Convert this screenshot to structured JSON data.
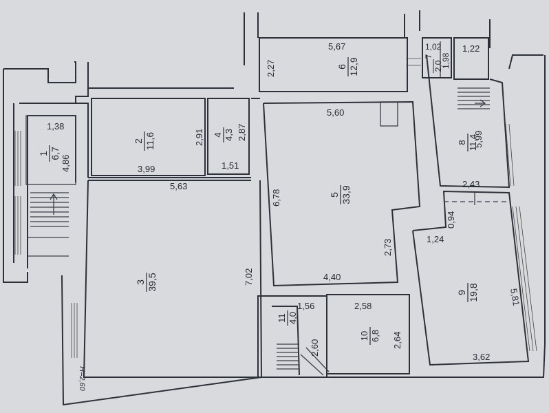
{
  "rooms": [
    {
      "id": "room-1",
      "number": "1",
      "area": "6,7"
    },
    {
      "id": "room-2",
      "number": "2",
      "area": "11,6"
    },
    {
      "id": "room-3",
      "number": "3",
      "area": "39,5"
    },
    {
      "id": "room-4",
      "number": "4",
      "area": "4,3"
    },
    {
      "id": "room-5",
      "number": "5",
      "area": "33,9"
    },
    {
      "id": "room-6",
      "number": "6",
      "area": "12,9"
    },
    {
      "id": "room-7",
      "number": "7",
      "area": "2,0"
    },
    {
      "id": "room-8",
      "number": "8",
      "area": "11,4"
    },
    {
      "id": "room-9",
      "number": "9",
      "area": "19,8"
    },
    {
      "id": "room-10",
      "number": "10",
      "area": "6,8"
    },
    {
      "id": "room-11",
      "number": "11",
      "area": "4,0"
    }
  ],
  "dimensions": [
    {
      "id": "dim-1-width",
      "text": "1,38"
    },
    {
      "id": "dim-1-length",
      "text": "4,86"
    },
    {
      "id": "dim-2-width",
      "text": "3,99"
    },
    {
      "id": "dim-2-height",
      "text": "2,91"
    },
    {
      "id": "dim-4-width",
      "text": "1,51"
    },
    {
      "id": "dim-4-height",
      "text": "2,87"
    },
    {
      "id": "dim-3-width",
      "text": "5,63"
    },
    {
      "id": "dim-3-height",
      "text": "7,02"
    },
    {
      "id": "dim-5-top",
      "text": "5,60"
    },
    {
      "id": "dim-5-left",
      "text": "6,78"
    },
    {
      "id": "dim-5-bottom",
      "text": "4,40"
    },
    {
      "id": "dim-5-right",
      "text": "2,73"
    },
    {
      "id": "dim-6-width",
      "text": "5,67"
    },
    {
      "id": "dim-6-height",
      "text": "2,27"
    },
    {
      "id": "dim-7-width",
      "text": "1,02"
    },
    {
      "id": "dim-7-height",
      "text": "1,98"
    },
    {
      "id": "dim-r122",
      "text": "1,22"
    },
    {
      "id": "dim-8-height",
      "text": "5,99"
    },
    {
      "id": "dim-8-width",
      "text": "2,43"
    },
    {
      "id": "dim-9-step",
      "text": "0,94"
    },
    {
      "id": "dim-9-inset",
      "text": "1,24"
    },
    {
      "id": "dim-9-height",
      "text": "5,81"
    },
    {
      "id": "dim-9-width",
      "text": "3,62"
    },
    {
      "id": "dim-11-width",
      "text": "1,56"
    },
    {
      "id": "dim-11-height",
      "text": "2,60"
    },
    {
      "id": "dim-10-width",
      "text": "2,58"
    },
    {
      "id": "dim-10-height",
      "text": "2,64"
    }
  ],
  "notes": {
    "ceiling_height": "H=2,60"
  }
}
